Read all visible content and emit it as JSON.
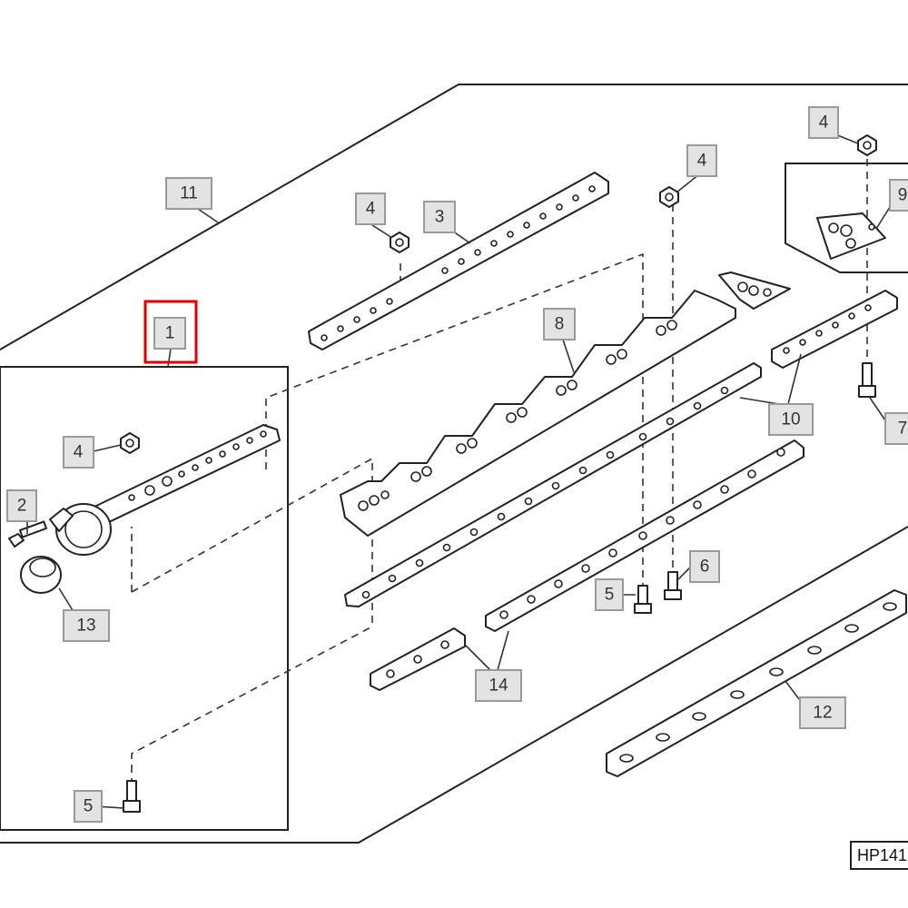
{
  "diagram": {
    "figure_ref": "HP141",
    "highlighted_callout": "1",
    "callouts": {
      "c1": "1",
      "c2": "2",
      "c3": "3",
      "c4a": "4",
      "c4b": "4",
      "c4c": "4",
      "c4d": "4",
      "c5a": "5",
      "c5b": "5",
      "c6": "6",
      "c7": "7",
      "c8": "8",
      "c9": "9",
      "c10": "10",
      "c11": "11",
      "c12": "12",
      "c13": "13",
      "c14": "14"
    },
    "colors": {
      "highlight": "#e00000",
      "callout_fill": "#e3e3e3",
      "line": "#222222"
    }
  }
}
